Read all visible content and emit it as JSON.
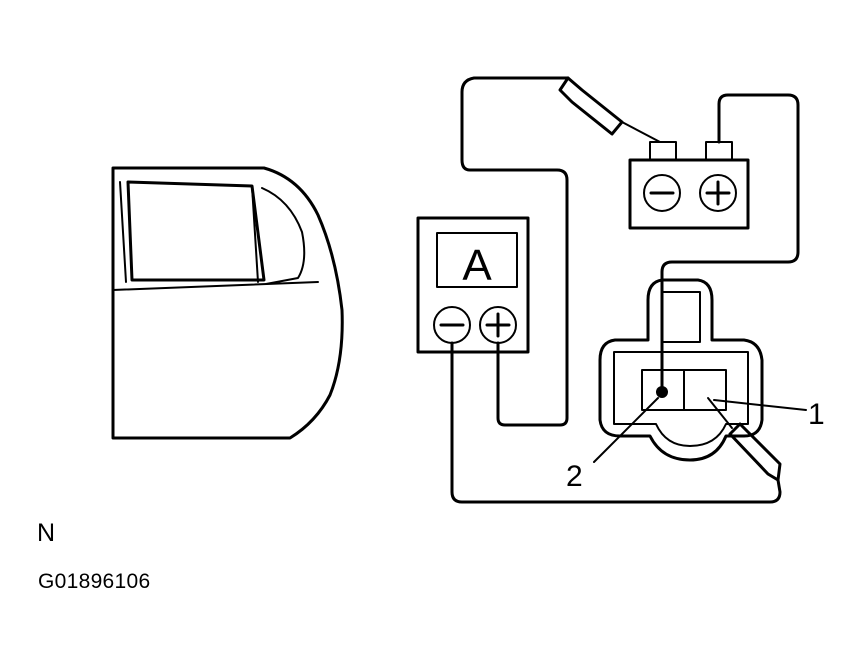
{
  "diagram": {
    "ammeter_label": "A",
    "ammeter_minus": "−",
    "ammeter_plus": "+",
    "battery_minus": "−",
    "battery_plus": "+",
    "callout_1": "1",
    "callout_2": "2",
    "view_letter": "N",
    "figure_id": "G01896106"
  }
}
